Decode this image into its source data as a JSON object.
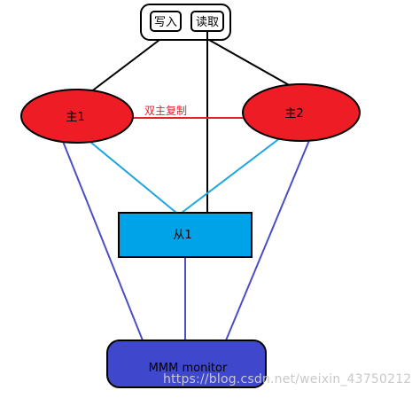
{
  "client": {
    "write_label": "写入",
    "read_label": "读取"
  },
  "masters": {
    "master1_label": "主1",
    "master2_label": "主2",
    "replication_label": "双主复制"
  },
  "slave": {
    "label": "从1"
  },
  "monitor": {
    "label": "MMM monitor"
  },
  "watermark": "https://blog.csdn.net/weixin_43750212",
  "colors": {
    "master_fill": "#ee1c24",
    "slave_fill": "#00a2e8",
    "monitor_fill": "#3f48cc",
    "replication_line": "#e8202a",
    "slave_link": "#1ba6e0",
    "monitor_link": "#4a4fc4",
    "client_link": "#000000"
  }
}
